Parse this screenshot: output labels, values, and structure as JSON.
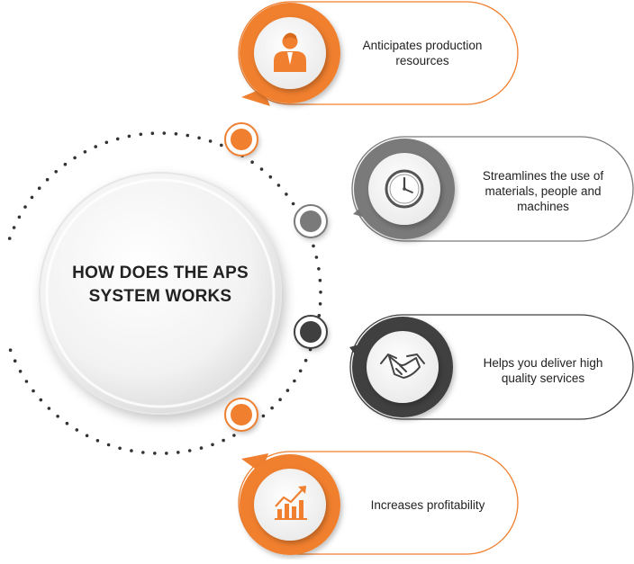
{
  "center": {
    "title_line1": "HOW DOES THE APS",
    "title_line2": "SYSTEM WORKS"
  },
  "steps": [
    {
      "text_line1": "Anticipates production",
      "text_line2": "resources",
      "text_line3": "",
      "icon": "person-icon",
      "color": "#f07f2f"
    },
    {
      "text_line1": "Streamlines the use of",
      "text_line2": "materials, people and",
      "text_line3": "machines",
      "icon": "clock-icon",
      "color": "#7a7a7a"
    },
    {
      "text_line1": "Helps you deliver high",
      "text_line2": "quality services",
      "text_line3": "",
      "icon": "handshake-icon",
      "color": "#3f3f3f"
    },
    {
      "text_line1": "Increases profitability",
      "text_line2": "",
      "text_line3": "",
      "icon": "growth-chart-icon",
      "color": "#f07f2f"
    }
  ],
  "colors": {
    "orange": "#f07f2f",
    "gray": "#7a7a7a",
    "dark": "#3f3f3f",
    "dots": "#333333"
  }
}
